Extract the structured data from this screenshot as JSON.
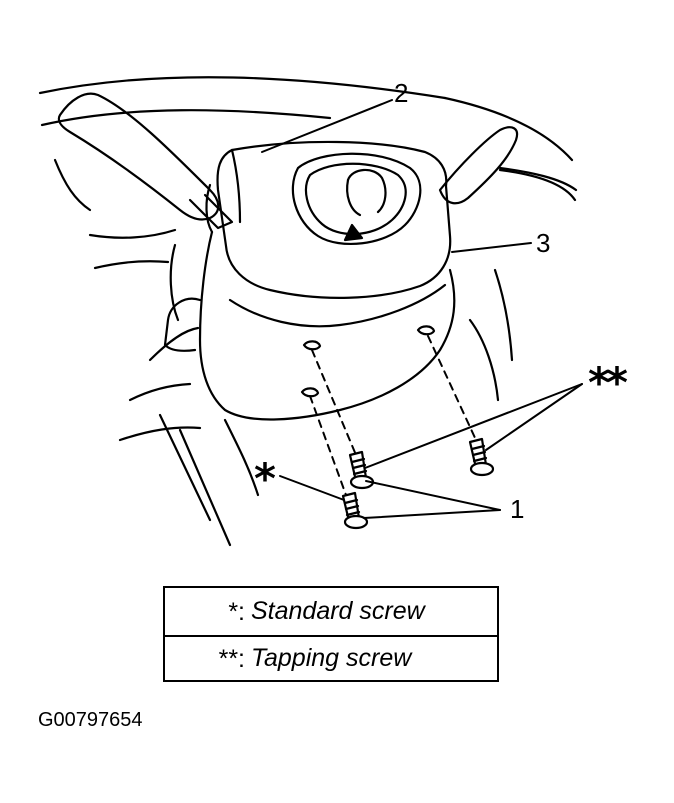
{
  "callouts": {
    "c1": "1",
    "c2": "2",
    "c3": "3",
    "standard_mark": "*",
    "tapping_mark": "**"
  },
  "legend": {
    "rows": [
      {
        "key": "*:",
        "text": "Standard screw"
      },
      {
        "key": "**:",
        "text": "Tapping screw"
      }
    ]
  },
  "figure_code": "G00797654",
  "colors": {
    "ink": "#000000",
    "paper": "#ffffff"
  }
}
